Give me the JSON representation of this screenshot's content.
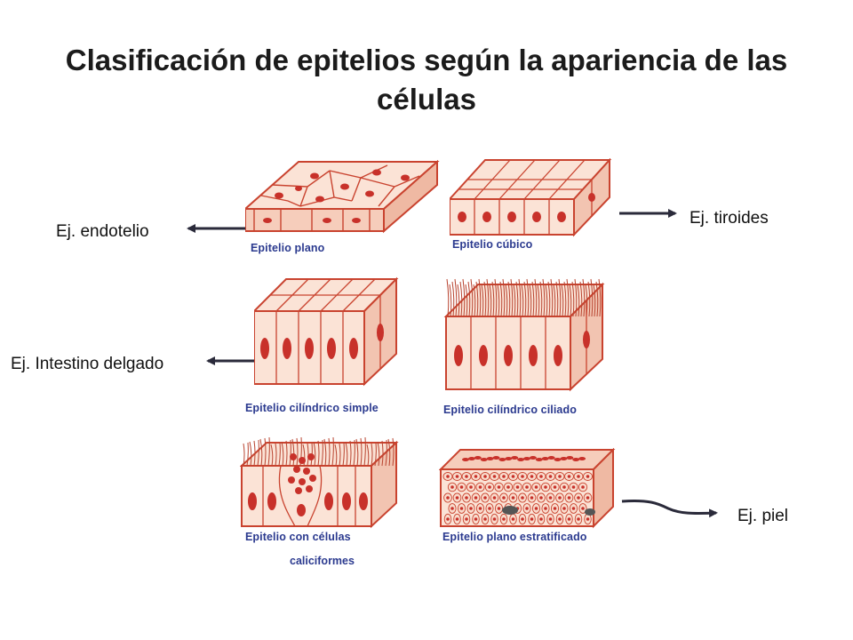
{
  "title": "Clasificación de epitelios según la apariencia de las células",
  "examples": {
    "endotelio": "Ej. endotelio",
    "tiroides": "Ej. tiroides",
    "intestino": "Ej. Intestino delgado",
    "piel": "Ej. piel"
  },
  "captions": {
    "plano": "Epitelio plano",
    "cubico": "Epitelio cúbico",
    "cilindrico_simple": "Epitelio cilíndrico simple",
    "cilindrico_ciliado": "Epitelio cilíndrico ciliado",
    "caliciformes_line1": "Epitelio con células",
    "caliciformes_line2": "caliciformes",
    "estratificado": "Epitelio plano estratificado"
  },
  "colors": {
    "cell_fill": "#fbe3d6",
    "cell_outline": "#c9432f",
    "nucleus": "#c8312a",
    "caption_text": "#2b3a8f",
    "arrow": "#2a2a3a"
  }
}
